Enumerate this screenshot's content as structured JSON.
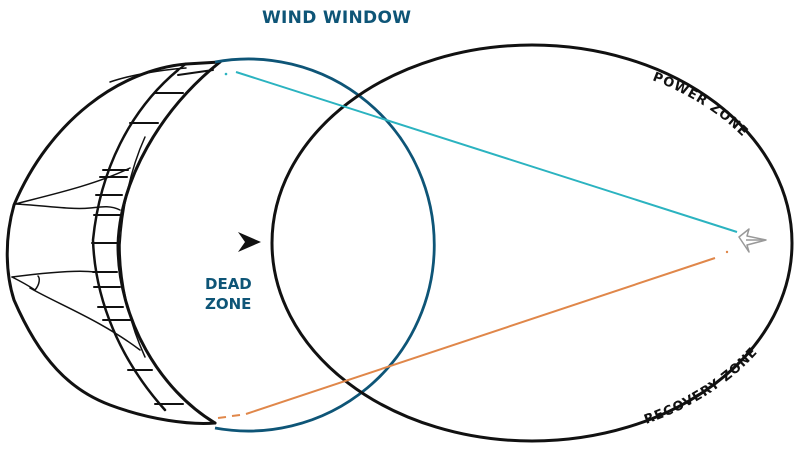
{
  "title": "WIND WINDOW",
  "labels": {
    "dead_zone_line1": "DEAD",
    "dead_zone_line2": "ZONE",
    "power_zone": "POWER ZONE",
    "recovery_zone": "RECOVERY ZONE"
  },
  "elements": {
    "kite": "kite-outline-drawing",
    "wind_arrow": "arrow-right-icon",
    "rider": "rider-arrow-icon"
  },
  "colors": {
    "title": "#0e5577",
    "wind_window_circle": "#0e5577",
    "power_line": "#2bb3c0",
    "recovery_line": "#e0874a",
    "ellipse": "#111111",
    "rider": "#999999"
  }
}
